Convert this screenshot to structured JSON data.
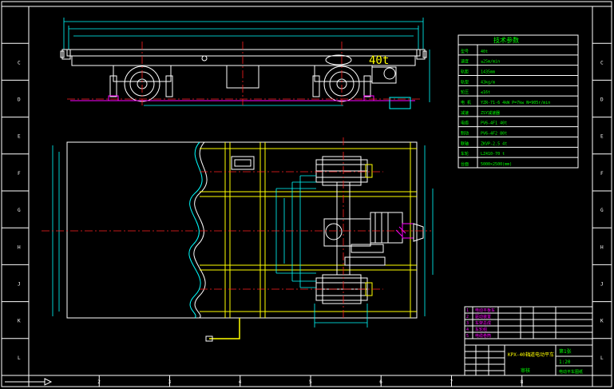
{
  "drawing": {
    "tonnage_label": "40t",
    "row_letters": [
      "C",
      "D",
      "E",
      "F",
      "G",
      "H",
      "J",
      "K",
      "L"
    ],
    "col_numbers": [
      "2",
      "3",
      "4",
      "5",
      "6",
      "7",
      "8"
    ],
    "colors": {
      "background": "#000000",
      "frame": "#ffffff",
      "body": "#ffffff",
      "dimension": "#00ffff",
      "centerline": "#ff2020",
      "steel": "#ffff00",
      "hatch": "#ff00ff",
      "table": "#00ff00"
    }
  },
  "spec_table": {
    "title": "技术参数",
    "rows": [
      {
        "label": "型号",
        "value": "40t"
      },
      {
        "label": "速度",
        "value": "≤25m/min"
      },
      {
        "label": "轨距",
        "value": "1435mm"
      },
      {
        "label": "轨型",
        "value": "43kg/m"
      },
      {
        "label": "轮压",
        "value": "≤16t"
      },
      {
        "label": "电 机",
        "value": "YZR-71-6 4kW P=7kw N=905r/min"
      },
      {
        "label": "减速",
        "value": "ZSY减速器"
      },
      {
        "label": "电缆",
        "value": "PV6-4F1 40t"
      },
      {
        "label": "制动",
        "value": "PV6-4F2 80t"
      },
      {
        "label": "联轴",
        "value": "ZKVP-2.5 4t"
      },
      {
        "label": "车轮",
        "value": "LZ410-70 t"
      },
      {
        "label": "台面",
        "value": "5000×2500(mm)"
      }
    ]
  },
  "title_block": {
    "parts": [
      "电动平板车",
      "驱动装置",
      "车架总成",
      "车轮组",
      "电缆卷筒"
    ],
    "drawing_no": "KPX-40-1",
    "drawing_name": "轨道电动平车",
    "company": "电动平车图纸",
    "sheet": "第1张",
    "scale": "1:20",
    "approved": "审核"
  }
}
